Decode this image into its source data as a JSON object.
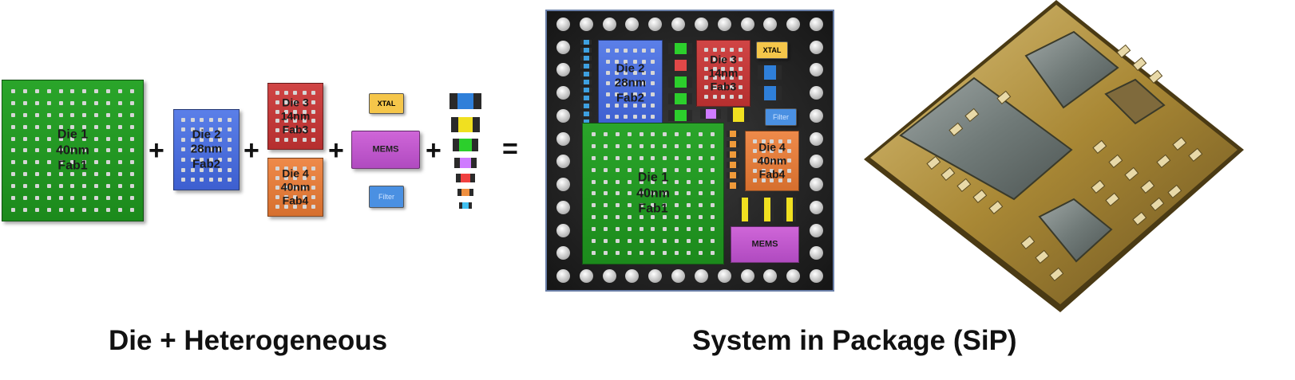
{
  "left_group": {
    "die1": {
      "line1": "Die 1",
      "line2": "40nm",
      "line3": "Fab1"
    },
    "die2": {
      "line1": "Die 2",
      "line2": "28nm",
      "line3": "Fab2"
    },
    "die3": {
      "line1": "Die 3",
      "line2": "14nm",
      "line3": "Fab3"
    },
    "die4": {
      "line1": "Die 4",
      "line2": "40nm",
      "line3": "Fab4"
    },
    "xtal": "XTAL",
    "mems": "MEMS",
    "filter": "Filter",
    "operators": {
      "plus": "+",
      "equals": "="
    }
  },
  "package": {
    "die1": {
      "line1": "Die 1",
      "line2": "40nm",
      "line3": "Fab1"
    },
    "die2": {
      "line1": "Die 2",
      "line2": "28nm",
      "line3": "Fab2"
    },
    "die3": {
      "line1": "Die 3",
      "line2": "14nm",
      "line3": "Fab3"
    },
    "die4": {
      "line1": "Die 4",
      "line2": "40nm",
      "line3": "Fab4"
    },
    "xtal": "XTAL",
    "mems": "MEMS",
    "filter": "Filter"
  },
  "captions": {
    "left": "Die + Heterogeneous",
    "right": "System in Package (SiP)"
  },
  "colors": {
    "die1": "#22992a",
    "die2": "#4a6fe0",
    "die3": "#c23a3a",
    "die4": "#e07c3c",
    "mems": "#c05ad0",
    "xtal": "#f5c64a",
    "filter": "#4a90e2",
    "package_body": "#2d2d2d",
    "sip_gold": "#b8963c"
  }
}
